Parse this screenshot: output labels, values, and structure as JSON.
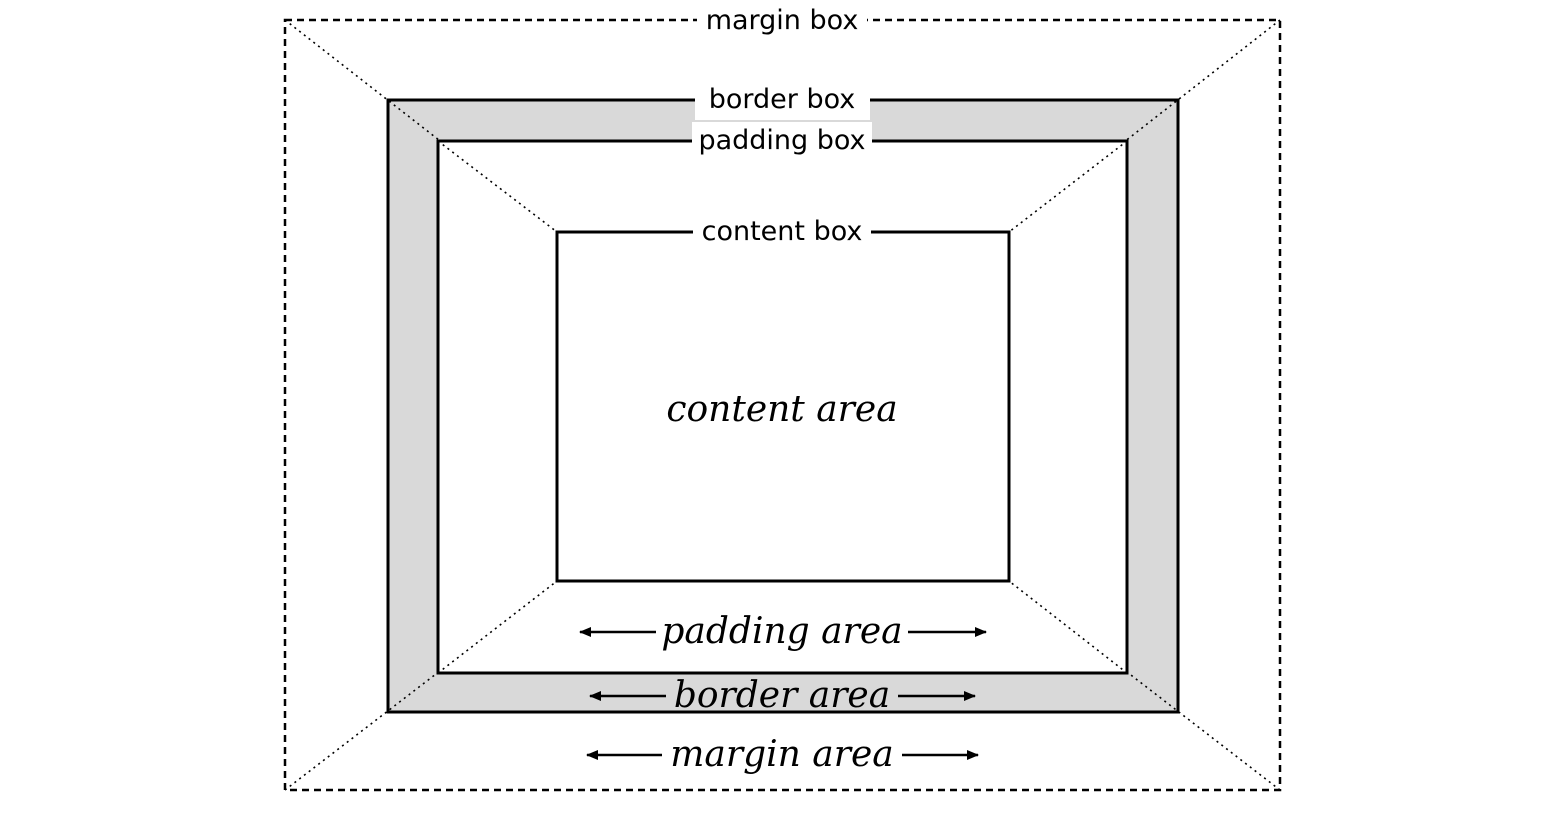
{
  "diagram": {
    "boxes": {
      "margin_box": "margin box",
      "border_box": "border box",
      "padding_box": "padding box",
      "content_box": "content box"
    },
    "areas": {
      "content_area": "content area",
      "padding_area": "padding area",
      "border_area": "border area",
      "margin_area": "margin area"
    },
    "colors": {
      "border_fill": "#d9d9d9",
      "stroke": "#000000",
      "background": "#ffffff"
    }
  }
}
